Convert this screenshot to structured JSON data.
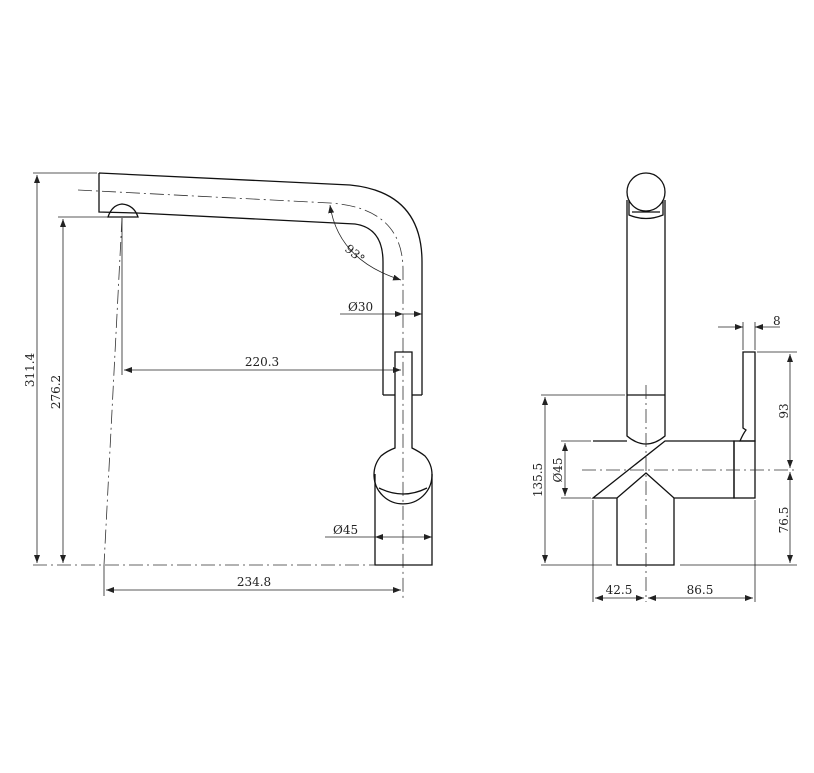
{
  "side_view": {
    "overall_height": "311.4",
    "spout_outlet_height": "276.2",
    "spout_reach": "220.3",
    "overall_reach": "234.8",
    "spout_diameter": "Ø30",
    "body_diameter": "Ø45",
    "spout_angle": "93°"
  },
  "front_view": {
    "lever_thickness": "8",
    "lever_height": "93",
    "body_diameter": "Ø45",
    "body_height": "135.5",
    "base_to_axis": "76.5",
    "left_width": "42.5",
    "right_width": "86.5"
  }
}
